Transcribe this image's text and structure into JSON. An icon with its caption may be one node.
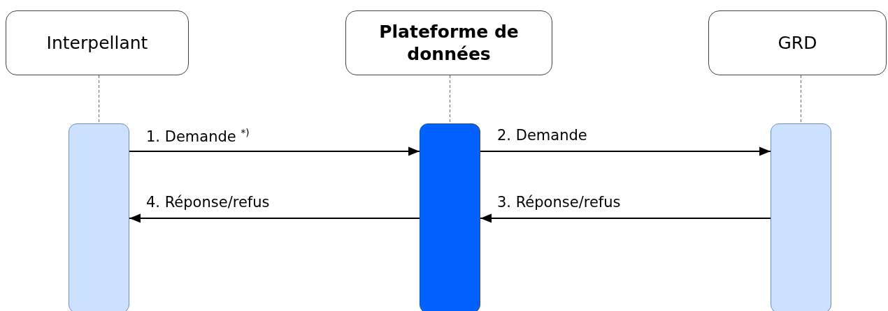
{
  "diagram": {
    "nodes": [
      {
        "text": [
          "Interpellant"
        ]
      },
      {
        "text": [
          "Plateforme de données"
        ]
      },
      {
        "text": [
          "GRD"
        ]
      },
      {
        "text": [],
        "shape": "bar"
      },
      {
        "text": [],
        "shape": "bar"
      },
      {
        "text": [],
        "shape": "bar"
      }
    ],
    "edges": [
      {
        "from": 0,
        "to": 3,
        "arrow": "none",
        "style": "dashed",
        "color": "#808080"
      },
      {
        "from": 1,
        "to": 4,
        "arrow": "none",
        "style": "dashed",
        "color": "#808080"
      },
      {
        "from": 2,
        "to": 5,
        "arrow": "none",
        "style": "dashed",
        "color": "#808080"
      },
      {
        "from": 3,
        "to": 4,
        "arrow": "to",
        "label": "1. Demande $^{*)}$"
      },
      {
        "from": 4,
        "to": 5,
        "arrow": "to",
        "label": "2. Demande"
      },
      {
        "from": 5,
        "to": 4,
        "arrow": "to",
        "label": "3. Réponse/refus"
      },
      {
        "from": 4,
        "to": 3,
        "arrow": "to",
        "label": "4. Réponse/refus"
      }
    ]
  }
}
